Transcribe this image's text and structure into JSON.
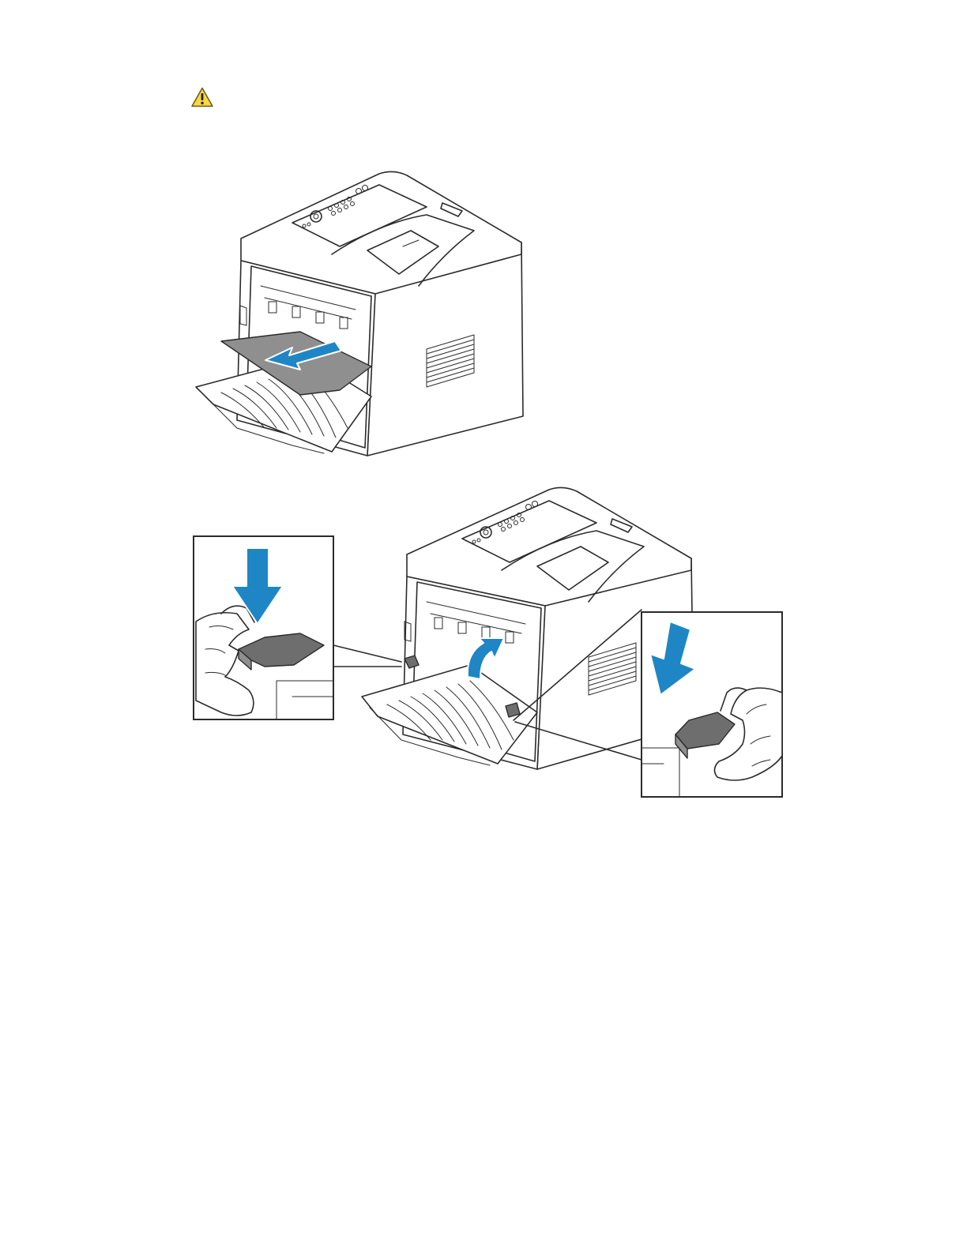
{
  "page": {
    "warning_icon": "warning-triangle-icon",
    "figures": [
      {
        "name": "remove-jammed-paper",
        "icons": [
          "printer-rear-open-illustration",
          "paper-pull-arrow-icon"
        ],
        "colors": {
          "arrow": "#1f86c6",
          "paper": "#8f8f8f"
        }
      },
      {
        "name": "close-fuser-levers",
        "icons": [
          "printer-rear-open-illustration",
          "curved-up-arrow-icon",
          "left-lever-inset",
          "right-lever-inset",
          "down-arrow-icon"
        ],
        "colors": {
          "arrow": "#1f86c6",
          "lever": "#6e6e6e"
        }
      }
    ]
  }
}
